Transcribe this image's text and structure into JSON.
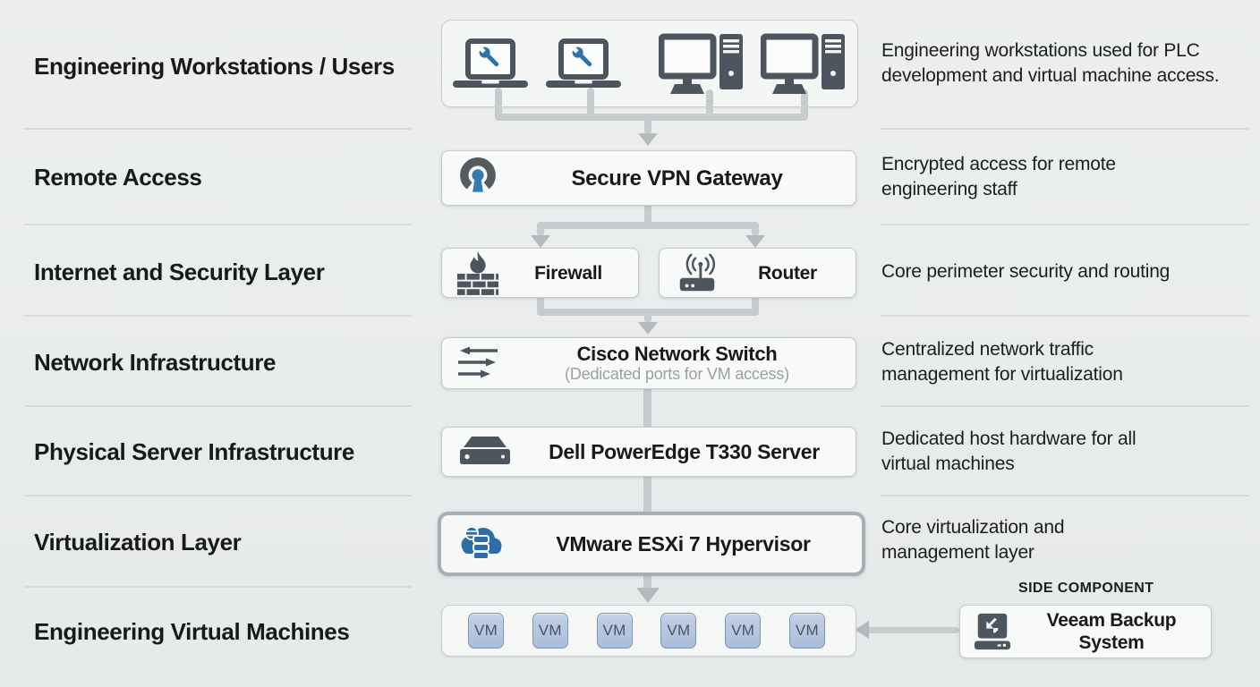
{
  "rows": [
    {
      "label": "Engineering Workstations / Users",
      "description": "Engineering workstations used for PLC development and virtual machine access."
    },
    {
      "label": "Remote Access",
      "description": "Encrypted access for remote engineering staff"
    },
    {
      "label": "Internet and Security Layer",
      "description": "Core perimeter security and routing"
    },
    {
      "label": "Network Infrastructure",
      "description": "Centralized network traffic management for virtualization"
    },
    {
      "label": "Physical Server Infrastructure",
      "description": "Dedicated host hardware for all virtual machines"
    },
    {
      "label": "Virtualization Layer",
      "description": "Core virtualization and management layer"
    },
    {
      "label": "Engineering Virtual Machines",
      "description": ""
    }
  ],
  "nodes": {
    "vpn": {
      "title": "Secure VPN Gateway"
    },
    "firewall": {
      "title": "Firewall"
    },
    "router": {
      "title": "Router"
    },
    "switch": {
      "title": "Cisco Network Switch",
      "subtitle": "(Dedicated ports for VM access)"
    },
    "server": {
      "title": "Dell PowerEdge T330 Server"
    },
    "hypervisor": {
      "title": "VMware ESXi 7 Hypervisor"
    },
    "vms": {
      "labels": [
        "VM",
        "VM",
        "VM",
        "VM",
        "VM",
        "VM"
      ]
    },
    "backup": {
      "section_label": "SIDE COMPONENT",
      "title": "Veeam Backup System"
    }
  },
  "colors": {
    "background": "#e9eced",
    "node_background": "#f8f9f9",
    "node_border": "#c6cacc",
    "connector": "#c7cbcd",
    "arrowhead": "#b5b9bc",
    "dark_icon": "#4d565e",
    "accent_blue": "#2e72a8",
    "vm_chip_fill": "#b3c6de",
    "vm_chip_border": "#7f94b5",
    "divider": "#d8dbdc"
  }
}
